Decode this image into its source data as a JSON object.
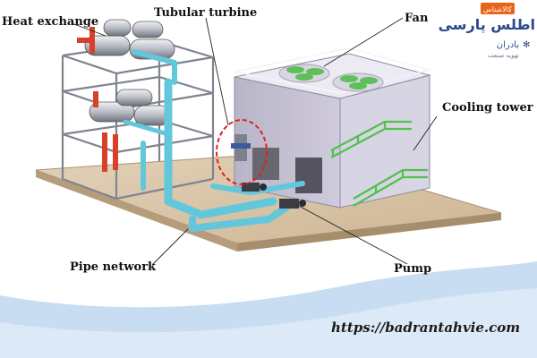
{
  "labels": {
    "heat_exchange": "Heat exchange",
    "tubular_turbine": "Tubular turbine",
    "fan": "Fan",
    "cooling_tower": "Cooling tower",
    "pipe_network": "Pipe network",
    "pump": "Pump"
  },
  "website": "https://badrantahvie.com",
  "logo": {
    "badge": "کالاشناس",
    "title": "اطلس پارسی",
    "brand": "بادران",
    "subtitle": "تهویه صنعت"
  },
  "colors": {
    "pipe": "#63c7dc",
    "hot_pipe": "#d9402c",
    "steel": "#9a9ea8",
    "tower": "#c9c6d6",
    "stairs": "#4fc24a",
    "fan_blade": "#5fbf58",
    "slab": "#d8c3a6",
    "wave": "#c9ddf2",
    "logo_accent": "#e8641a",
    "logo_text": "#2b4a8b"
  }
}
